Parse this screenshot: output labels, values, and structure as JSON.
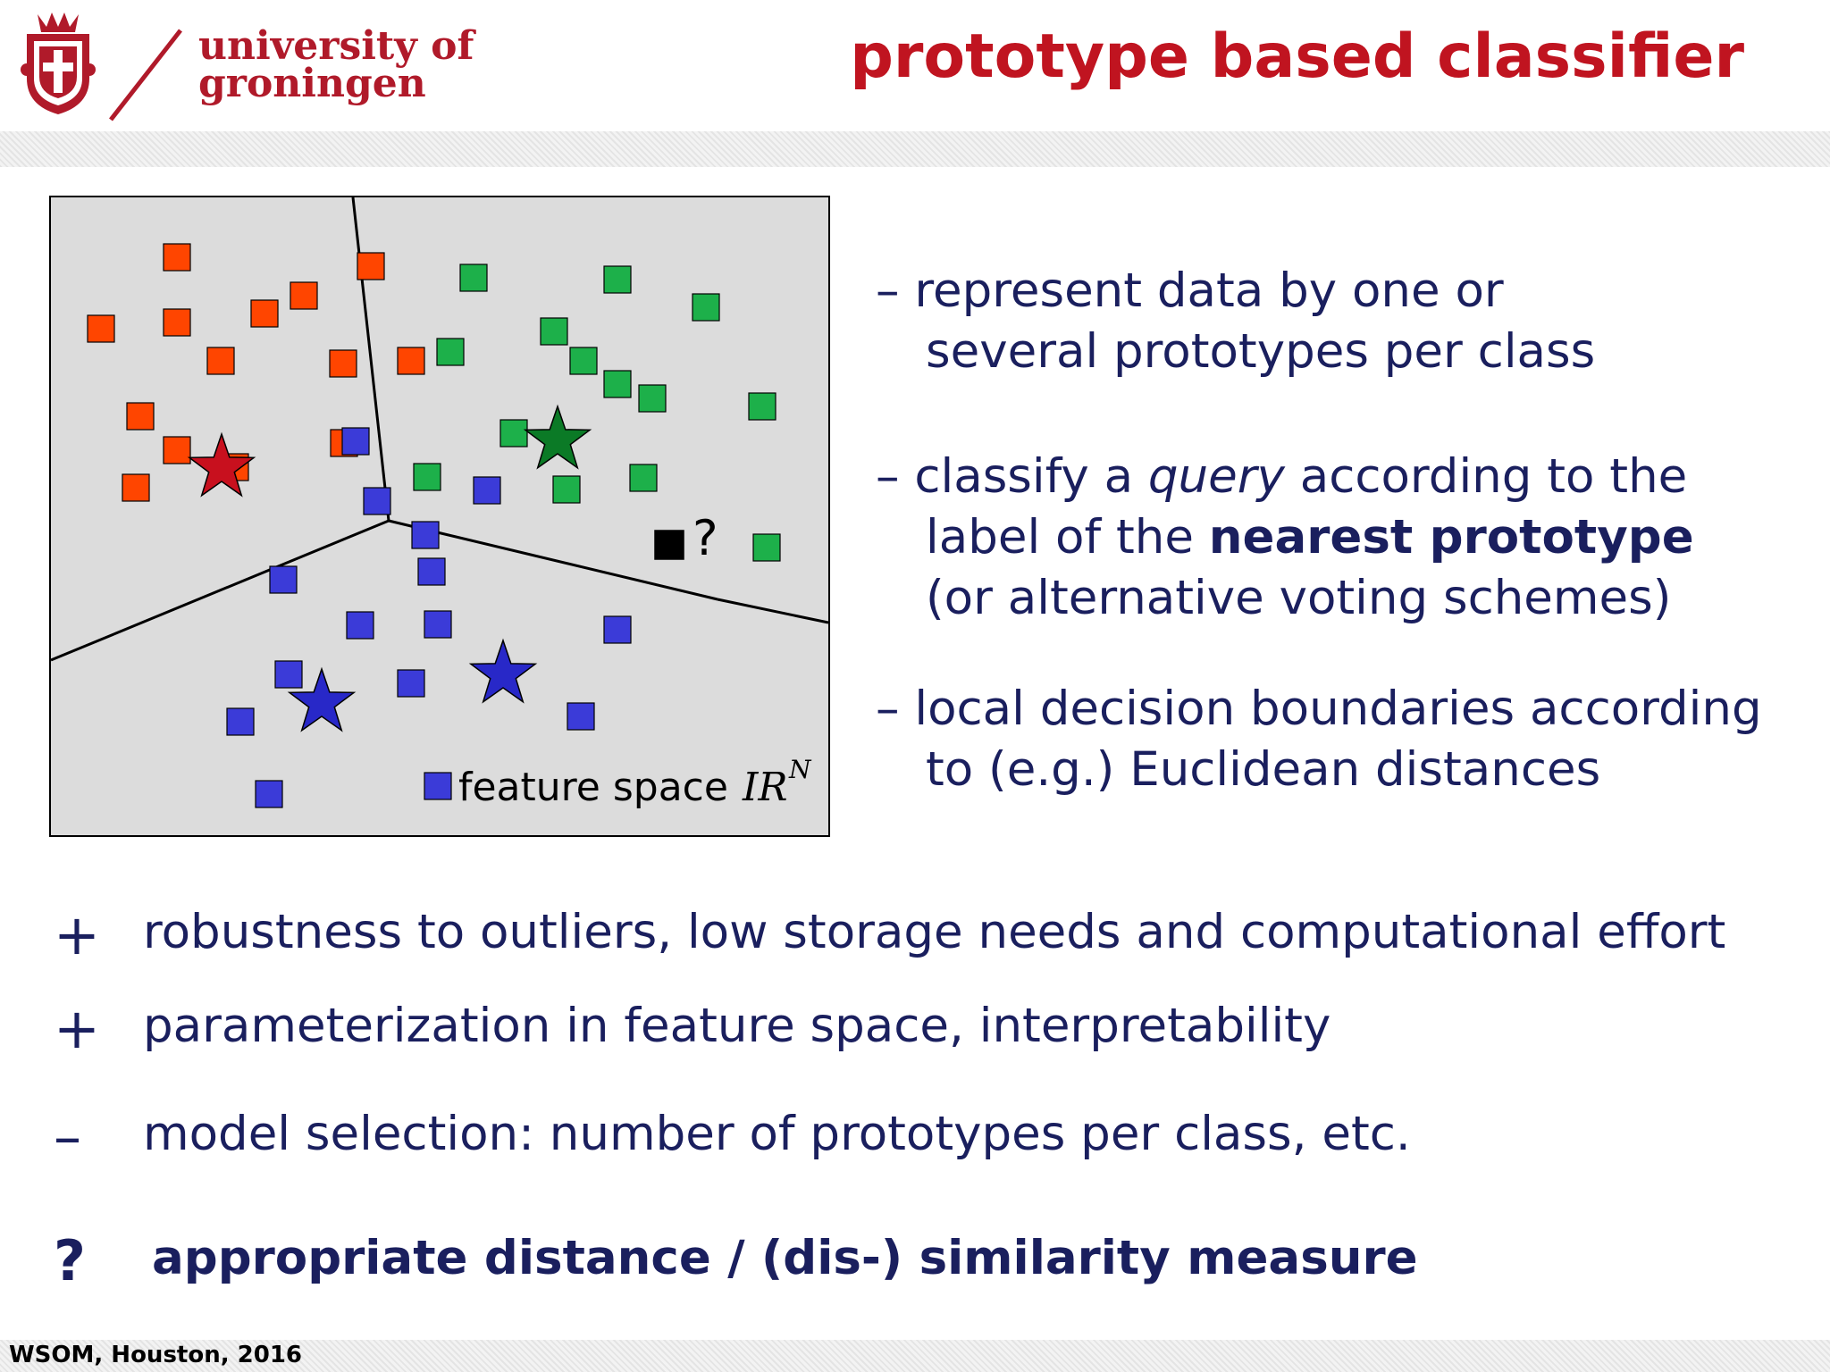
{
  "header": {
    "logo_line1": "university of",
    "logo_line2": "groningen",
    "title": "prototype based classifier"
  },
  "diagram": {
    "colors": {
      "class_red": "#ff4500",
      "class_green": "#1db04a",
      "class_blue": "#3b3bd8",
      "prototype_red": "#c8101e",
      "prototype_green": "#0b7a26",
      "prototype_blue": "#2828c8",
      "query": "#000000",
      "background": "#dcdcdc"
    },
    "query_label": "?",
    "space_label": "feature space",
    "space_symbol": "IR",
    "space_superscript": "N"
  },
  "bullets": [
    {
      "lines": [
        {
          "parts": [
            {
              "t": "– represent data by one or"
            }
          ]
        },
        {
          "parts": [
            {
              "t": "several prototypes per class"
            }
          ],
          "indent": true
        }
      ]
    },
    {
      "lines": [
        {
          "parts": [
            {
              "t": "– classify a "
            },
            {
              "t": "query",
              "style": "italic"
            },
            {
              "t": "  according to the"
            }
          ]
        },
        {
          "parts": [
            {
              "t": "label of the "
            },
            {
              "t": "nearest prototype",
              "style": "bold"
            }
          ],
          "indent": true
        },
        {
          "parts": [
            {
              "t": "(or alternative voting schemes)"
            }
          ],
          "indent": true
        }
      ]
    },
    {
      "lines": [
        {
          "parts": [
            {
              "t": "– local decision boundaries according"
            }
          ]
        },
        {
          "parts": [
            {
              "t": "to (e.g.) Euclidean distances"
            }
          ],
          "indent": true
        }
      ]
    }
  ],
  "pros_cons": [
    {
      "sign": "+",
      "text": "robustness to outliers, low storage needs and computational effort"
    },
    {
      "sign": "+",
      "text": "parameterization in feature space, interpretability"
    },
    {
      "sign": "–",
      "text": "model selection: number of prototypes per class, etc."
    },
    {
      "sign": "?",
      "text": "appropriate distance / (dis-) similarity measure"
    }
  ],
  "footer": {
    "text": "WSOM, Houston, 2016"
  }
}
